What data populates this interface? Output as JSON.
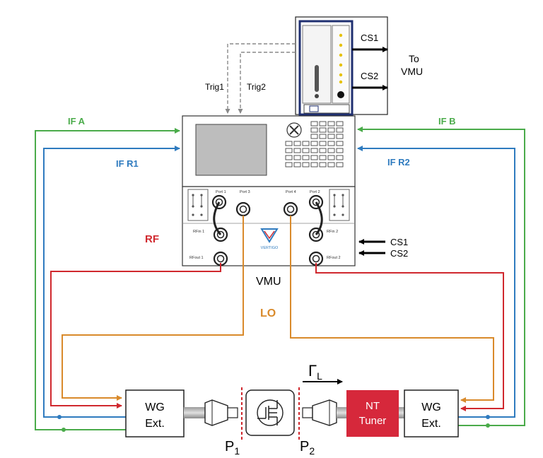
{
  "labels": {
    "cs1_top": "CS1",
    "cs2_top": "CS2",
    "to": "To",
    "vmu_top": "VMU",
    "trig1": "Trig1",
    "trig2": "Trig2",
    "if_a": "IF A",
    "if_b": "IF B",
    "if_r1": "IF R1",
    "if_r2": "IF R2",
    "rf": "RF",
    "lo": "LO",
    "vmu": "VMU",
    "cs1_right": "CS1",
    "cs2_right": "CS2",
    "gamma": "Γ",
    "gamma_sub": "L",
    "p1": "P",
    "p1_sub": "1",
    "p2": "P",
    "p2_sub": "2",
    "wg_left_1": "WG",
    "wg_left_2": "Ext.",
    "wg_right_1": "WG",
    "wg_right_2": "Ext.",
    "tuner_1": "NT",
    "tuner_2": "Tuner",
    "port1": "Port 1",
    "port2": "Port 2",
    "port3": "Port 3",
    "port4": "Port 4",
    "rfin1": "RFin 1",
    "rfin2": "RFin 2",
    "rfout1": "RFout 1",
    "rfout2": "RFout 2",
    "vertigo": "VERTIGO"
  },
  "colors": {
    "if_a": "#4aab4a",
    "if_b": "#4aab4a",
    "if_r": "#2f7bbf",
    "rf": "#d0282e",
    "lo": "#d98a2b",
    "tuner": "#d6283b",
    "label_if_a": "#4aab4a",
    "label_if_r": "#2f7bbf",
    "label_rf": "#d0282e",
    "label_lo": "#d98a2b"
  }
}
